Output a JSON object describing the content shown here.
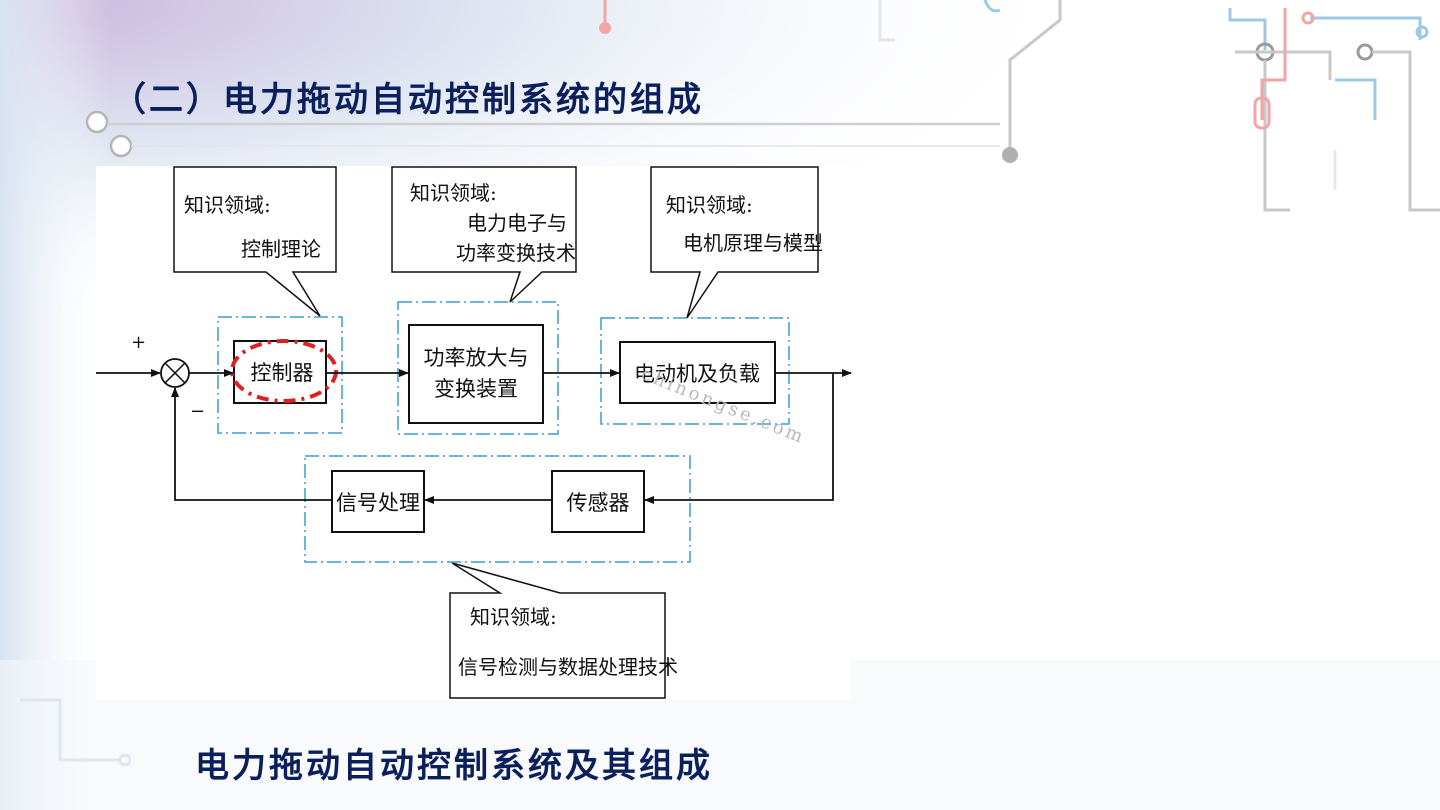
{
  "slide": {
    "title": "（二）电力拖动自动控制系统的组成",
    "caption": "电力拖动自动控制系统及其组成"
  },
  "diagram": {
    "callouts": {
      "control": {
        "heading": "知识领域:",
        "line1": "控制理论"
      },
      "power": {
        "heading": "知识领域:",
        "line1": "电力电子与",
        "line2": "功率变换技术"
      },
      "motor": {
        "heading": "知识领域:",
        "line1": "电机原理与模型"
      },
      "signal": {
        "heading": "知识领域:",
        "line1": "信号检测与数据处理技术"
      }
    },
    "blocks": {
      "controller": "控制器",
      "power_amp_line1": "功率放大与",
      "power_amp_line2": "变换装置",
      "motor": "电动机及负载",
      "sensor": "传感器",
      "signal_proc": "信号处理"
    },
    "signs": {
      "plus": "+",
      "minus": "−"
    },
    "watermark": "chinongse.com"
  },
  "colors": {
    "title": "#0b1f5c",
    "dash_frame": "#3a9bd5",
    "highlight": "#e02020",
    "circuit_gray": "#c8c8c8",
    "circuit_blue": "#9cc9e6",
    "circuit_red": "#f2a5a5"
  }
}
